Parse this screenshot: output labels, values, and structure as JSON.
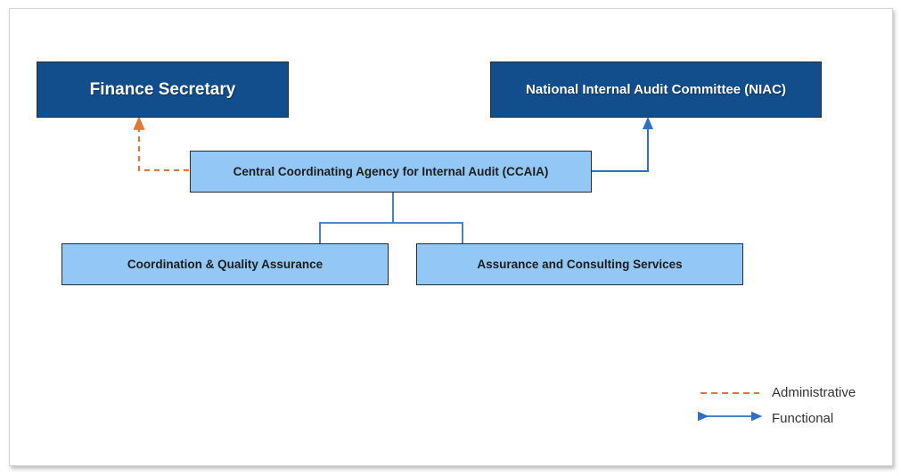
{
  "nodes": {
    "finance_secretary": "Finance Secretary",
    "niac": "National Internal Audit Committee (NIAC)",
    "ccaia": "Central Coordinating Agency for Internal Audit (CCAIA)",
    "coordination_qa": "Coordination & Quality Assurance",
    "assurance_consulting": "Assurance and Consulting Services"
  },
  "edges": [
    {
      "from": "ccaia",
      "to": "finance_secretary",
      "type": "Administrative"
    },
    {
      "from": "ccaia",
      "to": "niac",
      "type": "Functional"
    },
    {
      "from": "ccaia",
      "to": "coordination_qa",
      "type": "hierarchy"
    },
    {
      "from": "ccaia",
      "to": "assurance_consulting",
      "type": "hierarchy"
    }
  ],
  "legend": {
    "administrative": "Administrative",
    "functional": "Functional"
  },
  "colors": {
    "dark_box": "#124e8c",
    "light_box": "#93c7f5",
    "administrative_line": "#e0783a",
    "functional_line": "#2f6fc4"
  }
}
